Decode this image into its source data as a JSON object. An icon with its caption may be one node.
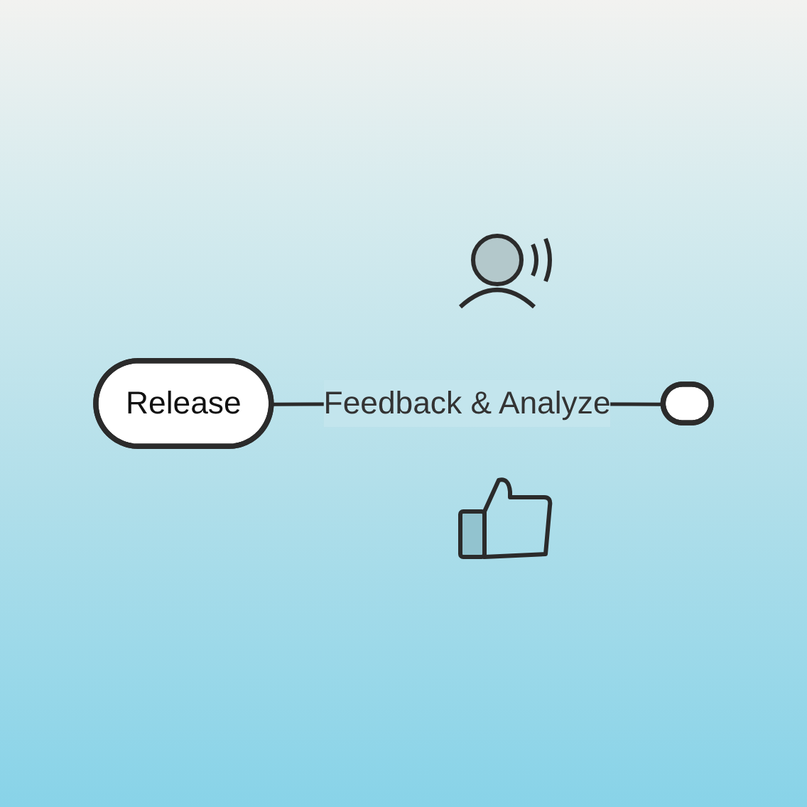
{
  "diagram": {
    "nodes": [
      {
        "text": [
          "Release"
        ]
      },
      {
        "text": [],
        "shape": "box"
      }
    ],
    "edges": [
      {
        "from": 0,
        "to": 1,
        "label": "Feedback & Analyze",
        "arrow": "none"
      }
    ]
  }
}
